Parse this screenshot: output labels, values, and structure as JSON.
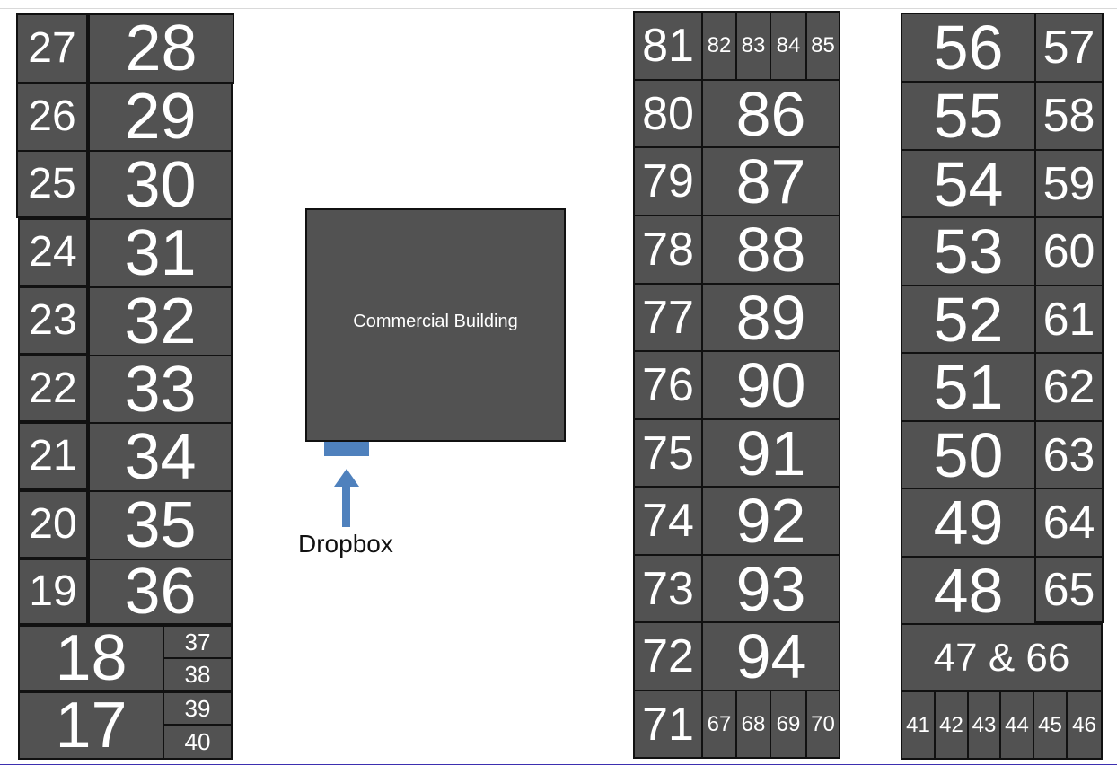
{
  "map": {
    "building_label": "Commercial Building",
    "dropbox_label": "Dropbox",
    "colors": {
      "lot_fill": "#525252",
      "lot_border": "#111111",
      "dropbox": "#4f81bd",
      "background": "#ffffff"
    }
  },
  "lots": {
    "l17": "17",
    "l18": "18",
    "l19": "19",
    "l20": "20",
    "l21": "21",
    "l22": "22",
    "l23": "23",
    "l24": "24",
    "l25": "25",
    "l26": "26",
    "l27": "27",
    "l28": "28",
    "l29": "29",
    "l30": "30",
    "l31": "31",
    "l32": "32",
    "l33": "33",
    "l34": "34",
    "l35": "35",
    "l36": "36",
    "l37": "37",
    "l38": "38",
    "l39": "39",
    "l40": "40",
    "l41": "41",
    "l42": "42",
    "l43": "43",
    "l44": "44",
    "l45": "45",
    "l46": "46",
    "l47_66": "47 & 66",
    "l48": "48",
    "l49": "49",
    "l50": "50",
    "l51": "51",
    "l52": "52",
    "l53": "53",
    "l54": "54",
    "l55": "55",
    "l56": "56",
    "l57": "57",
    "l58": "58",
    "l59": "59",
    "l60": "60",
    "l61": "61",
    "l62": "62",
    "l63": "63",
    "l64": "64",
    "l65": "65",
    "l67": "67",
    "l68": "68",
    "l69": "69",
    "l70": "70",
    "l71": "71",
    "l72": "72",
    "l73": "73",
    "l74": "74",
    "l75": "75",
    "l76": "76",
    "l77": "77",
    "l78": "78",
    "l79": "79",
    "l80": "80",
    "l81": "81",
    "l82": "82",
    "l83": "83",
    "l84": "84",
    "l85": "85",
    "l86": "86",
    "l87": "87",
    "l88": "88",
    "l89": "89",
    "l90": "90",
    "l91": "91",
    "l92": "92",
    "l93": "93",
    "l94": "94"
  }
}
